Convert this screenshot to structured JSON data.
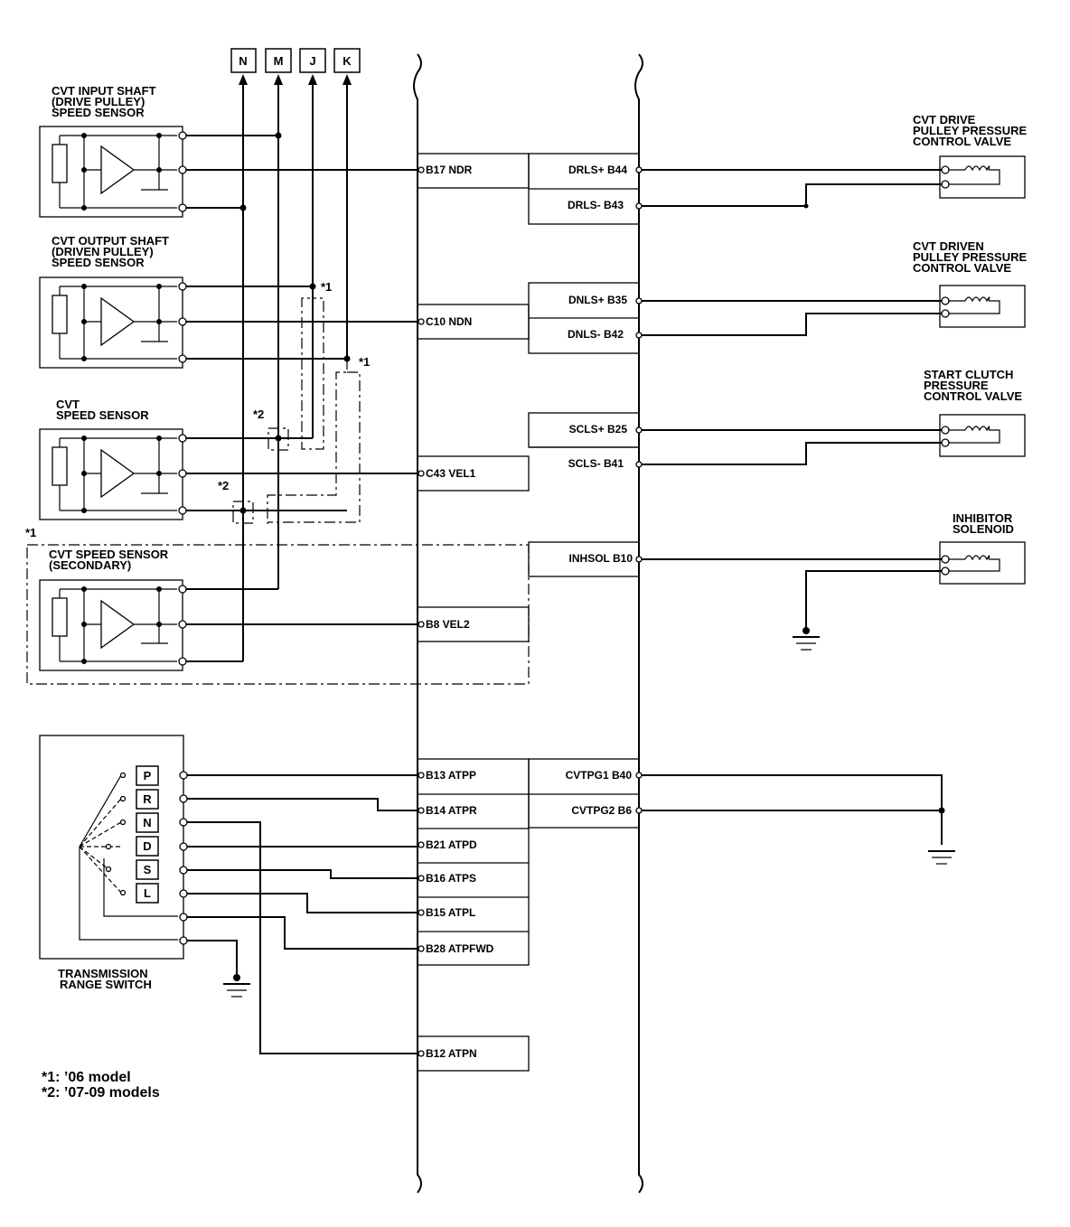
{
  "connectors": [
    "N",
    "M",
    "J",
    "K"
  ],
  "sensors": {
    "input_shaft": [
      "CVT INPUT SHAFT",
      "(DRIVE PULLEY)",
      "SPEED SENSOR"
    ],
    "output_shaft": [
      "CVT OUTPUT SHAFT",
      "(DRIVEN PULLEY)",
      "SPEED SENSOR"
    ],
    "speed": [
      "CVT",
      "SPEED SENSOR"
    ],
    "secondary": [
      "CVT SPEED SENSOR",
      "(SECONDARY)"
    ]
  },
  "valves": {
    "drive_pulley": [
      "CVT DRIVE",
      "PULLEY PRESSURE",
      "CONTROL VALVE"
    ],
    "driven_pulley": [
      "CVT DRIVEN",
      "PULLEY PRESSURE",
      "CONTROL VALVE"
    ],
    "start_clutch": [
      "START CLUTCH",
      "PRESSURE",
      "CONTROL VALVE"
    ],
    "inhibitor": [
      "INHIBITOR",
      "SOLENOID"
    ]
  },
  "ecm_pins_left": [
    "B17 NDR",
    "C10 NDN",
    "C43 VEL1",
    "B8 VEL2",
    "B13 ATPP",
    "B14 ATPR",
    "B21 ATPD",
    "B16 ATPS",
    "B15 ATPL",
    "B28 ATPFWD",
    "B12 ATPN"
  ],
  "ecm_pins_right": [
    "DRLS+ B44",
    "DRLS- B43",
    "DNLS+ B35",
    "DNLS- B42",
    "SCLS+ B25",
    "SCLS- B41",
    "INHSOL B10",
    "CVTPG1 B40",
    "CVTPG2 B6"
  ],
  "range_switch": {
    "positions": [
      "P",
      "R",
      "N",
      "D",
      "S",
      "L"
    ],
    "label": [
      "TRANSMISSION",
      "RANGE SWITCH"
    ]
  },
  "marks": [
    "*1",
    "*1",
    "*2",
    "*2",
    "*1"
  ],
  "notes": [
    "*1: ’06 model",
    "*2: ’07-09 models"
  ]
}
